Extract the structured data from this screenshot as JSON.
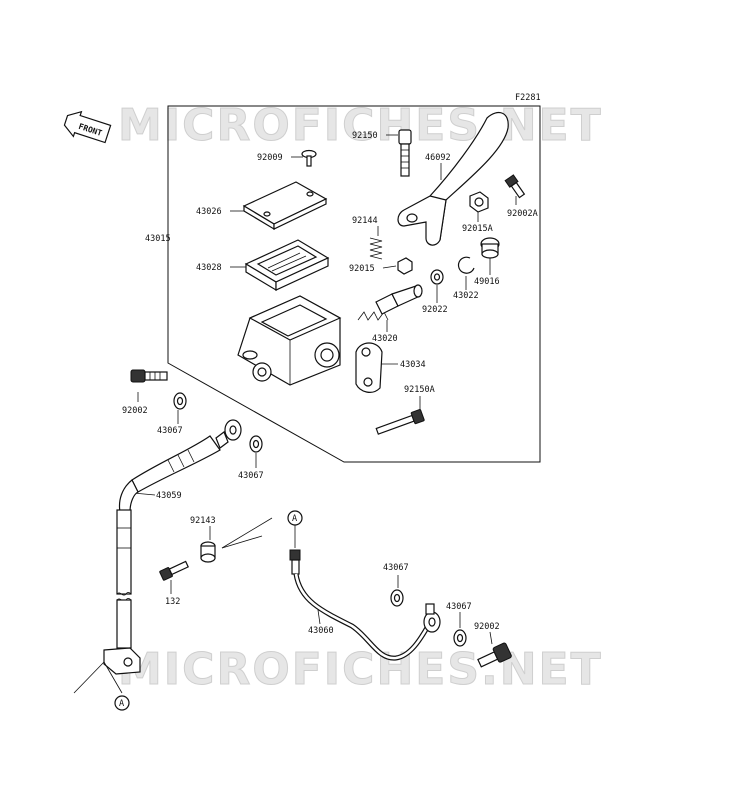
{
  "diagram": {
    "code": "F2281",
    "front_label": "FRONT",
    "watermark": "MICROFICHES.NET",
    "ref_marker": "A",
    "callouts": {
      "p43015": "43015",
      "p92150": "92150",
      "p46092": "46092",
      "p92009": "92009",
      "p92002A": "92002A",
      "p43026": "43026",
      "p92144": "92144",
      "p92015A": "92015A",
      "p43028": "43028",
      "p92015": "92015",
      "p49016": "49016",
      "p43022": "43022",
      "p92022": "92022",
      "p43020": "43020",
      "p43034": "43034",
      "p92150A": "92150A",
      "p92002_top": "92002",
      "p43067_a": "43067",
      "p43067_b": "43067",
      "p43059": "43059",
      "p92143": "92143",
      "p132": "132",
      "p43067_c": "43067",
      "p43060": "43060",
      "p43067_d": "43067",
      "p92002_bot": "92002"
    }
  }
}
